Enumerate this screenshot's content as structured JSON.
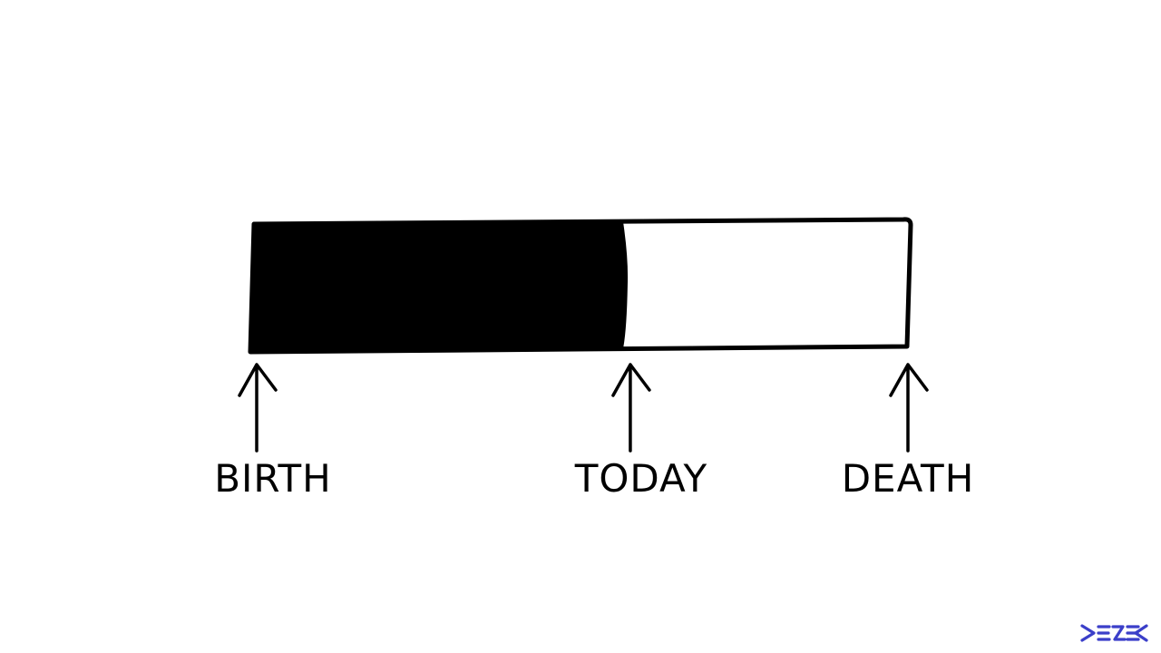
{
  "diagram": {
    "progress_fraction": 0.565,
    "fill_color": "#000000",
    "outline_color": "#000000",
    "markers": [
      {
        "id": "birth",
        "label": "BIRTH",
        "position_fraction": 0.0
      },
      {
        "id": "today",
        "label": "TODAY",
        "position_fraction": 0.565
      },
      {
        "id": "death",
        "label": "DEATH",
        "position_fraction": 1.0
      }
    ]
  },
  "logo": {
    "icon": "logo-mark",
    "color": "#3b3fc9"
  }
}
